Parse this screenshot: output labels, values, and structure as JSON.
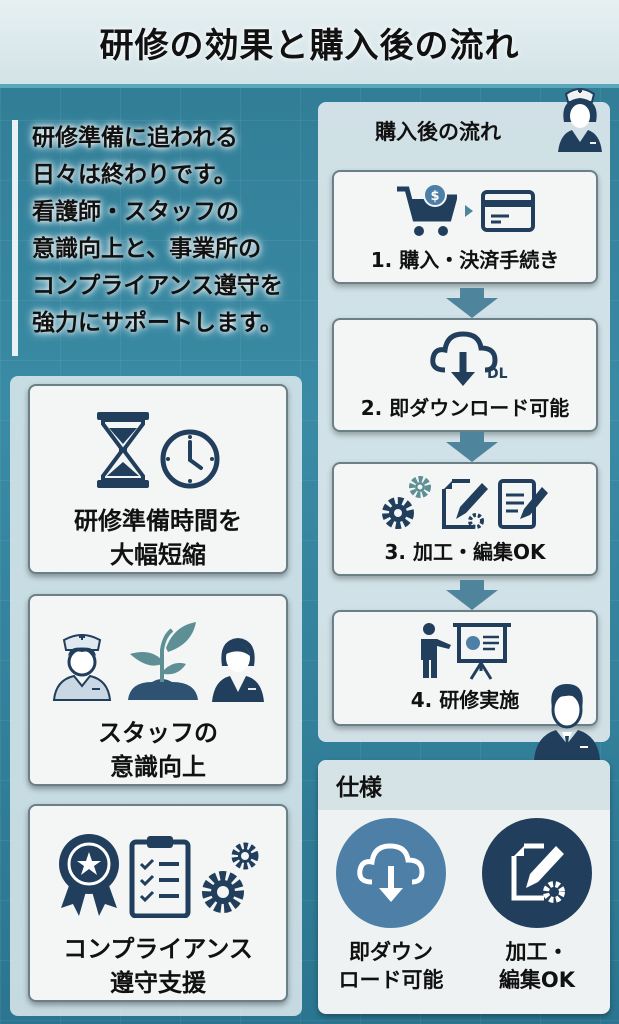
{
  "header": {
    "title": "研修の効果と購入後の流れ"
  },
  "intro": {
    "text": "研修準備に追われる\n日々は終わりです。\n看護師・スタッフの\n意識向上と、事業所の\nコンプライアンス遵守を\n強力にサポートします。"
  },
  "benefits": [
    {
      "label": "研修準備時間を\n大幅短縮",
      "icons": [
        "hourglass-icon",
        "clock-icon"
      ]
    },
    {
      "label": "スタッフの\n意識向上",
      "icons": [
        "nurse-icon",
        "sprout-icon",
        "staff-woman-icon"
      ]
    },
    {
      "label": "コンプライアンス\n遵守支援",
      "icons": [
        "award-ribbon-icon",
        "checklist-clipboard-icon",
        "gears-icon"
      ]
    }
  ],
  "flow": {
    "title": "購入後の流れ",
    "steps": [
      {
        "label": "1. 購入・決済手続き",
        "icons": [
          "cart-dollar-icon",
          "arrow-right-icon",
          "credit-card-icon"
        ]
      },
      {
        "label": "2. 即ダウンロード可能",
        "icons": [
          "cloud-download-icon"
        ],
        "badge": "DL"
      },
      {
        "label": "3. 加工・編集OK",
        "icons": [
          "gears-icon",
          "edit-document-icon",
          "edit-document-icon"
        ]
      },
      {
        "label": "4. 研修実施",
        "icons": [
          "presenter-board-icon"
        ]
      }
    ]
  },
  "spec": {
    "title": "仕様",
    "items": [
      {
        "label": "即ダウン\nロード可能",
        "icon": "cloud-download-icon",
        "color": "#4e7fa6"
      },
      {
        "label": "加工・\n編集OK",
        "icon": "edit-gear-icon",
        "color": "#213f5c"
      }
    ]
  },
  "colors": {
    "icon_dark": "#213f5c",
    "icon_teal": "#5e8f95",
    "arrow": "#4f859c",
    "bg": "#2f7a93"
  }
}
